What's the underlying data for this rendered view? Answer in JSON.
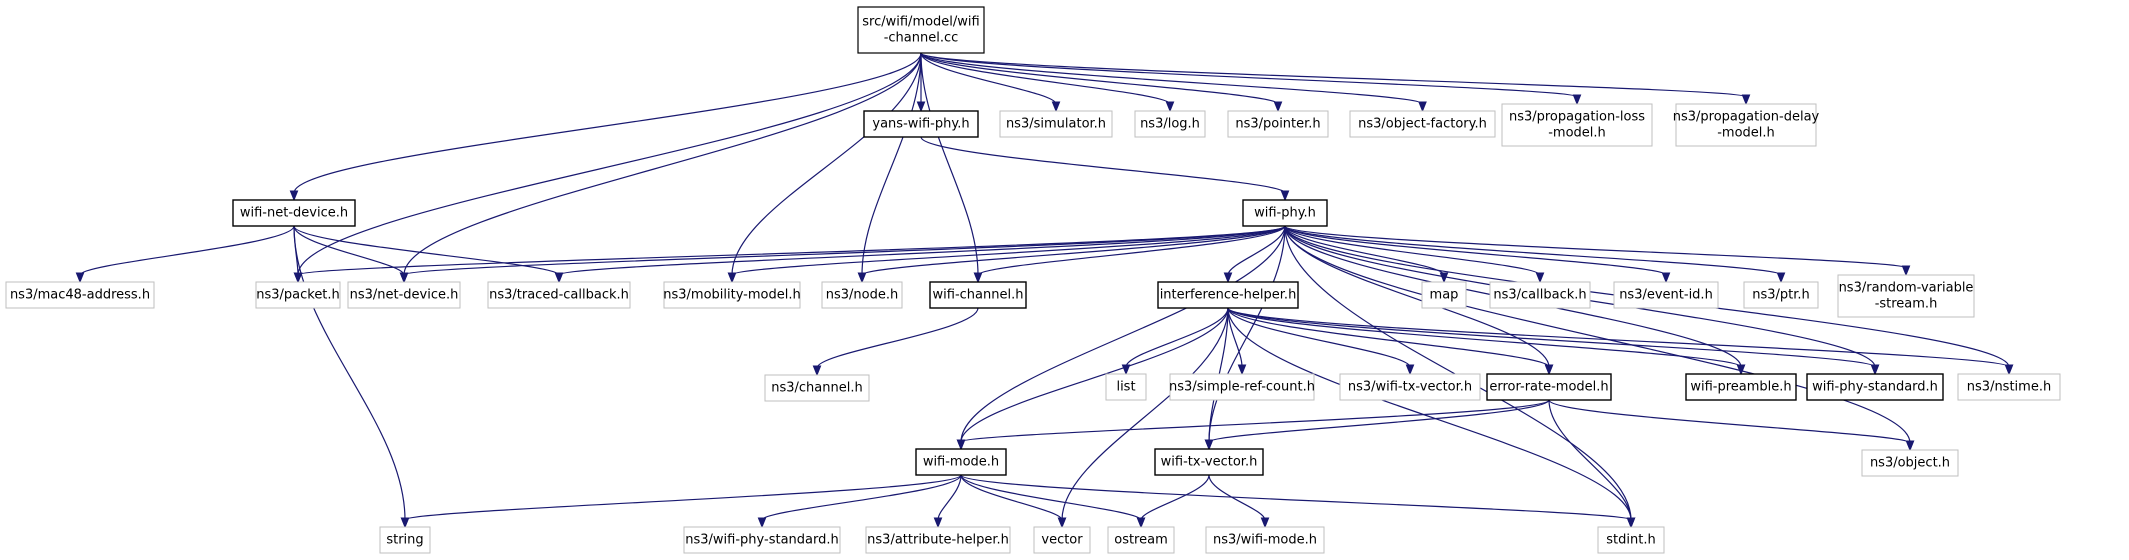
{
  "diagram": {
    "nodes": [
      {
        "id": "root",
        "label": [
          "src/wifi/model/wifi",
          "-channel.cc"
        ],
        "style": "root"
      },
      {
        "id": "yansphy",
        "label": [
          "yans-wifi-phy.h"
        ],
        "style": "doc"
      },
      {
        "id": "simulator",
        "label": [
          "ns3/simulator.h"
        ],
        "style": "ext"
      },
      {
        "id": "log",
        "label": [
          "ns3/log.h"
        ],
        "style": "ext"
      },
      {
        "id": "pointer",
        "label": [
          "ns3/pointer.h"
        ],
        "style": "ext"
      },
      {
        "id": "objfactory",
        "label": [
          "ns3/object-factory.h"
        ],
        "style": "ext"
      },
      {
        "id": "proploss",
        "label": [
          "ns3/propagation-loss",
          "-model.h"
        ],
        "style": "ext"
      },
      {
        "id": "propdelay",
        "label": [
          "ns3/propagation-delay",
          "-model.h"
        ],
        "style": "ext"
      },
      {
        "id": "netdevice",
        "label": [
          "wifi-net-device.h"
        ],
        "style": "doc"
      },
      {
        "id": "wifiphy",
        "label": [
          "wifi-phy.h"
        ],
        "style": "doc"
      },
      {
        "id": "mac48",
        "label": [
          "ns3/mac48-address.h"
        ],
        "style": "ext"
      },
      {
        "id": "packet",
        "label": [
          "ns3/packet.h"
        ],
        "style": "ext"
      },
      {
        "id": "ns3netdev",
        "label": [
          "ns3/net-device.h"
        ],
        "style": "ext"
      },
      {
        "id": "traced",
        "label": [
          "ns3/traced-callback.h"
        ],
        "style": "ext"
      },
      {
        "id": "mobility",
        "label": [
          "ns3/mobility-model.h"
        ],
        "style": "ext"
      },
      {
        "id": "node",
        "label": [
          "ns3/node.h"
        ],
        "style": "ext"
      },
      {
        "id": "wifichannel",
        "label": [
          "wifi-channel.h"
        ],
        "style": "doc"
      },
      {
        "id": "interf",
        "label": [
          "interference-helper.h"
        ],
        "style": "doc"
      },
      {
        "id": "map",
        "label": [
          "map"
        ],
        "style": "ext"
      },
      {
        "id": "callback",
        "label": [
          "ns3/callback.h"
        ],
        "style": "ext"
      },
      {
        "id": "eventid",
        "label": [
          "ns3/event-id.h"
        ],
        "style": "ext"
      },
      {
        "id": "ptr",
        "label": [
          "ns3/ptr.h"
        ],
        "style": "ext"
      },
      {
        "id": "randvar",
        "label": [
          "ns3/random-variable",
          "-stream.h"
        ],
        "style": "ext"
      },
      {
        "id": "channel",
        "label": [
          "ns3/channel.h"
        ],
        "style": "ext"
      },
      {
        "id": "list",
        "label": [
          "list"
        ],
        "style": "ext"
      },
      {
        "id": "simpleref",
        "label": [
          "ns3/simple-ref-count.h"
        ],
        "style": "ext"
      },
      {
        "id": "ns3txvec",
        "label": [
          "ns3/wifi-tx-vector.h"
        ],
        "style": "ext"
      },
      {
        "id": "errrate",
        "label": [
          "error-rate-model.h"
        ],
        "style": "doc"
      },
      {
        "id": "preamble",
        "label": [
          "wifi-preamble.h"
        ],
        "style": "doc"
      },
      {
        "id": "phystd",
        "label": [
          "wifi-phy-standard.h"
        ],
        "style": "doc"
      },
      {
        "id": "nstime",
        "label": [
          "ns3/nstime.h"
        ],
        "style": "ext"
      },
      {
        "id": "wifimode",
        "label": [
          "wifi-mode.h"
        ],
        "style": "doc"
      },
      {
        "id": "txvector",
        "label": [
          "wifi-tx-vector.h"
        ],
        "style": "doc"
      },
      {
        "id": "object",
        "label": [
          "ns3/object.h"
        ],
        "style": "ext"
      },
      {
        "id": "string",
        "label": [
          "string"
        ],
        "style": "ext"
      },
      {
        "id": "ns3phystd",
        "label": [
          "ns3/wifi-phy-standard.h"
        ],
        "style": "ext"
      },
      {
        "id": "attrhelper",
        "label": [
          "ns3/attribute-helper.h"
        ],
        "style": "ext"
      },
      {
        "id": "vector",
        "label": [
          "vector"
        ],
        "style": "ext"
      },
      {
        "id": "ostream",
        "label": [
          "ostream"
        ],
        "style": "ext"
      },
      {
        "id": "stdint",
        "label": [
          "stdint.h"
        ],
        "style": "ext"
      },
      {
        "id": "ns3wifimode",
        "label": [
          "ns3/wifi-mode.h"
        ],
        "style": "ext"
      }
    ],
    "edges": [
      [
        "root",
        "yansphy"
      ],
      [
        "root",
        "simulator"
      ],
      [
        "root",
        "log"
      ],
      [
        "root",
        "pointer"
      ],
      [
        "root",
        "objfactory"
      ],
      [
        "root",
        "proploss"
      ],
      [
        "root",
        "propdelay"
      ],
      [
        "root",
        "netdevice"
      ],
      [
        "root",
        "packet"
      ],
      [
        "root",
        "ns3netdev"
      ],
      [
        "root",
        "mobility"
      ],
      [
        "root",
        "node"
      ],
      [
        "root",
        "wifichannel"
      ],
      [
        "yansphy",
        "wifiphy"
      ],
      [
        "netdevice",
        "mac48"
      ],
      [
        "netdevice",
        "packet"
      ],
      [
        "netdevice",
        "ns3netdev"
      ],
      [
        "netdevice",
        "traced"
      ],
      [
        "netdevice",
        "string"
      ],
      [
        "wifiphy",
        "packet"
      ],
      [
        "wifiphy",
        "ns3netdev"
      ],
      [
        "wifiphy",
        "traced"
      ],
      [
        "wifiphy",
        "mobility"
      ],
      [
        "wifiphy",
        "node"
      ],
      [
        "wifiphy",
        "wifichannel"
      ],
      [
        "wifiphy",
        "interf"
      ],
      [
        "wifiphy",
        "map"
      ],
      [
        "wifiphy",
        "callback"
      ],
      [
        "wifiphy",
        "eventid"
      ],
      [
        "wifiphy",
        "ptr"
      ],
      [
        "wifiphy",
        "randvar"
      ],
      [
        "wifiphy",
        "nstime"
      ],
      [
        "wifiphy",
        "object"
      ],
      [
        "wifiphy",
        "stdint"
      ],
      [
        "wifiphy",
        "wifimode"
      ],
      [
        "wifiphy",
        "txvector"
      ],
      [
        "wifiphy",
        "errrate"
      ],
      [
        "wifiphy",
        "preamble"
      ],
      [
        "wifiphy",
        "phystd"
      ],
      [
        "wifichannel",
        "channel"
      ],
      [
        "interf",
        "list"
      ],
      [
        "interf",
        "simpleref"
      ],
      [
        "interf",
        "ns3txvec"
      ],
      [
        "interf",
        "errrate"
      ],
      [
        "interf",
        "preamble"
      ],
      [
        "interf",
        "phystd"
      ],
      [
        "interf",
        "nstime"
      ],
      [
        "interf",
        "wifimode"
      ],
      [
        "interf",
        "txvector"
      ],
      [
        "interf",
        "vector"
      ],
      [
        "interf",
        "stdint"
      ],
      [
        "errrate",
        "wifimode"
      ],
      [
        "errrate",
        "txvector"
      ],
      [
        "errrate",
        "object"
      ],
      [
        "errrate",
        "stdint"
      ],
      [
        "wifimode",
        "string"
      ],
      [
        "wifimode",
        "ns3phystd"
      ],
      [
        "wifimode",
        "attrhelper"
      ],
      [
        "wifimode",
        "vector"
      ],
      [
        "wifimode",
        "ostream"
      ],
      [
        "wifimode",
        "stdint"
      ],
      [
        "txvector",
        "ostream"
      ],
      [
        "txvector",
        "ns3wifimode"
      ]
    ]
  },
  "colors": {
    "edge": "#191970",
    "root_fill": "#bfbfbf",
    "root_border": "#000000",
    "doc_border": "#000000",
    "ext_border": "#bfbfbf",
    "text": "#000000"
  }
}
